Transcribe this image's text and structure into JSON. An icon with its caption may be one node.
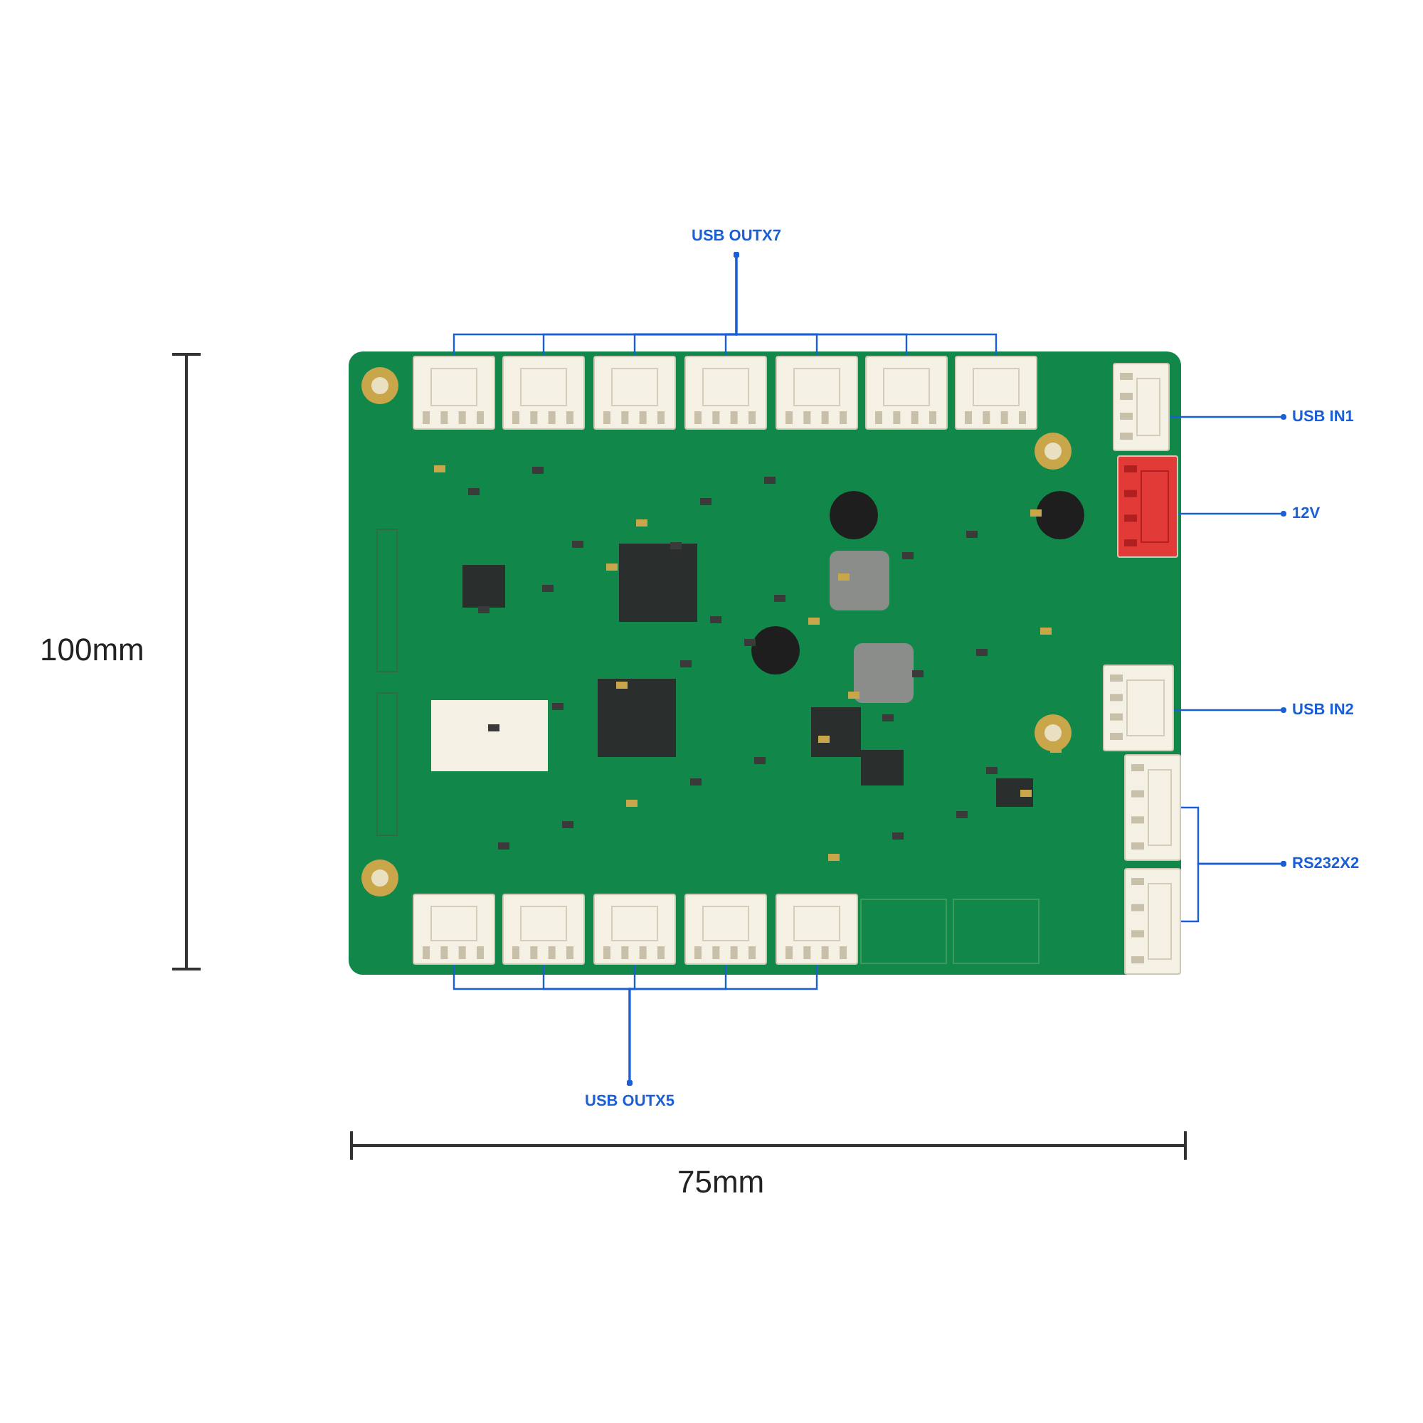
{
  "diagram": {
    "nodes": [
      {
        "text": [
          "USB OUTX7"
        ]
      },
      {
        "text": [],
        "shape": "picture"
      },
      {
        "text": [],
        "shape": "box",
        "in": 1
      },
      {
        "text": [],
        "shape": "box",
        "in": 1
      },
      {
        "text": [],
        "shape": "box",
        "in": 1
      },
      {
        "text": [],
        "shape": "box",
        "in": 1
      },
      {
        "text": [],
        "shape": "box",
        "in": 1
      },
      {
        "text": [],
        "shape": "box",
        "in": 1
      },
      {
        "text": [],
        "shape": "box",
        "in": 1
      },
      {
        "text": [],
        "shape": "box",
        "in": 1
      },
      {
        "text": [],
        "shape": "box",
        "in": 1
      },
      {
        "text": [],
        "shape": "box",
        "in": 1
      },
      {
        "text": [],
        "shape": "box",
        "in": 1
      },
      {
        "text": [],
        "shape": "box",
        "in": 1
      },
      {
        "text": [],
        "shape": "box",
        "in": 1
      },
      {
        "text": [],
        "shape": "box",
        "in": 1
      },
      {
        "text": [],
        "shape": "box",
        "in": 1
      },
      {
        "text": [],
        "shape": "box",
        "in": 1
      },
      {
        "text": [],
        "shape": "box",
        "in": 1
      },
      {
        "text": [
          "USB IN1"
        ]
      },
      {
        "text": [
          "12V"
        ]
      },
      {
        "text": [
          "USB IN2"
        ]
      },
      {
        "text": [
          "RS232X2"
        ]
      },
      {
        "text": [
          "USB OUTX5"
        ]
      }
    ],
    "edges": [
      {
        "from": 0,
        "to": 2,
        "arrow": "other"
      },
      {
        "from": 0,
        "to": 3,
        "arrow": "other"
      },
      {
        "from": 0,
        "to": 4,
        "arrow": "other"
      },
      {
        "from": 0,
        "to": 5,
        "arrow": "other"
      },
      {
        "from": 0,
        "to": 6,
        "arrow": "other"
      },
      {
        "from": 0,
        "to": 7,
        "arrow": "other"
      },
      {
        "from": 0,
        "to": 8,
        "arrow": "other"
      },
      {
        "from": 19,
        "to": 9,
        "arrow": "other"
      },
      {
        "from": 20,
        "to": 10,
        "arrow": "other"
      },
      {
        "from": 21,
        "to": 11,
        "arrow": "other"
      },
      {
        "from": 22,
        "to": 12,
        "arrow": "other"
      },
      {
        "from": 22,
        "to": 13,
        "arrow": "other"
      },
      {
        "from": 23,
        "to": 14,
        "arrow": "other"
      },
      {
        "from": 23,
        "to": 15,
        "arrow": "other"
      },
      {
        "from": 23,
        "to": 16,
        "arrow": "other"
      },
      {
        "from": 23,
        "to": 17,
        "arrow": "other"
      },
      {
        "from": 23,
        "to": 18,
        "arrow": "other"
      }
    ],
    "labels": [
      "100mm",
      "75mm"
    ]
  }
}
